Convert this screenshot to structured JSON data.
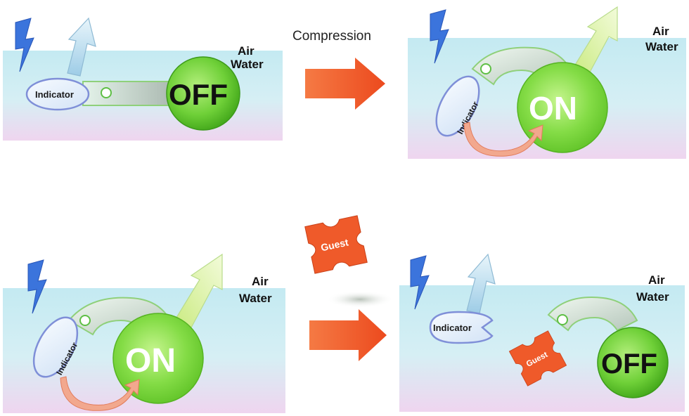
{
  "labels": {
    "air": "Air",
    "water": "Water",
    "indicator": "Indicator",
    "off": "OFF",
    "on": "ON",
    "guest": "Guest",
    "compression": "Compression"
  },
  "colors": {
    "water_top": "#c9ecf3",
    "water_bottom": "#ecd7ee",
    "state_green": "#7fd43c",
    "process_arrow": "#f0562a",
    "bolt_blue": "#3a6fd6",
    "light_arrow": "#c5e3f2",
    "on_arrow": "#dbf0b0"
  },
  "icons": [
    "lightning-bolt-icon",
    "emission-arrow-icon",
    "process-arrow-icon",
    "transfer-arrow-icon",
    "guest-molecule-icon"
  ]
}
